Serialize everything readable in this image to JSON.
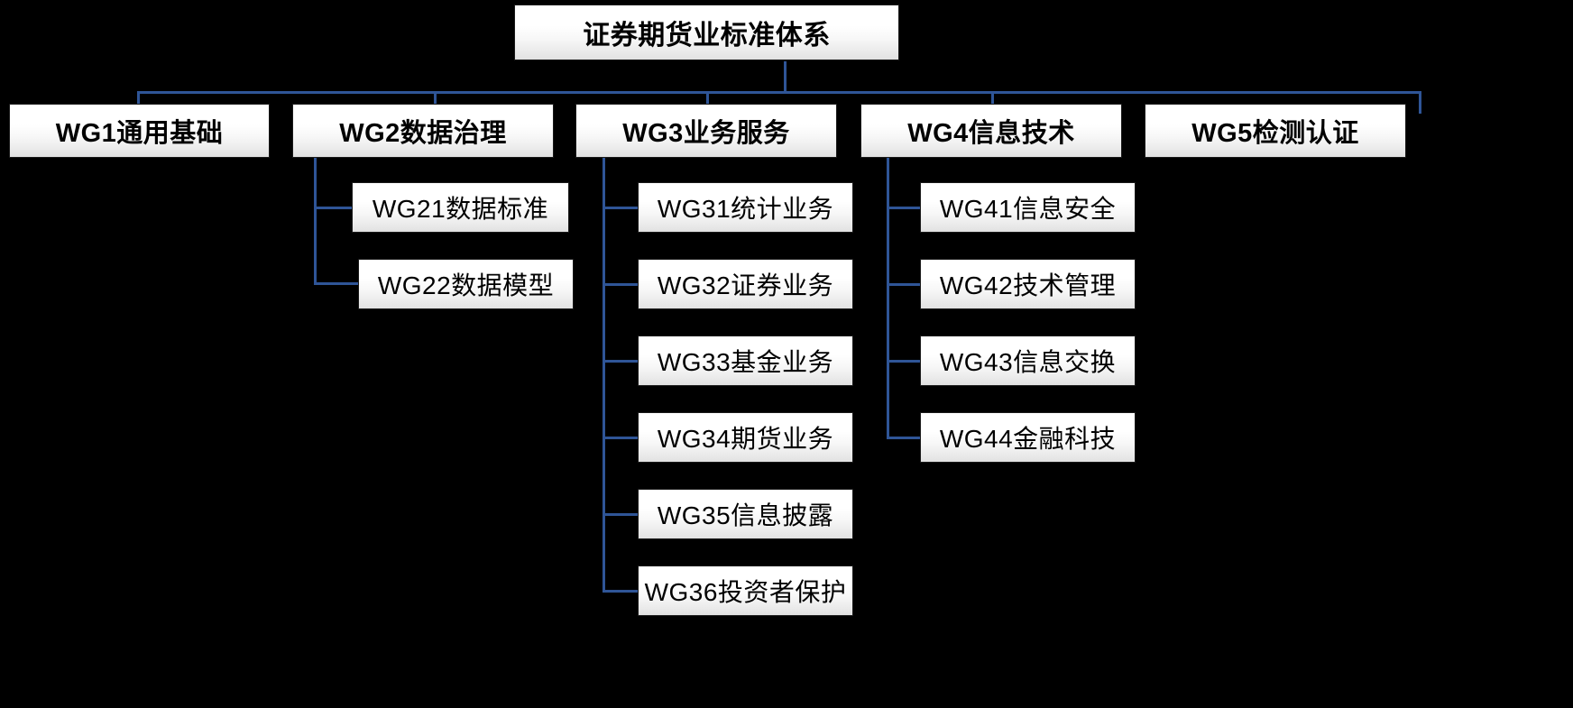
{
  "diagram": {
    "title": "证券期货业标准体系",
    "type": "organizational-tree",
    "connector_color": "#2f5597",
    "node_fill": "#ffffff",
    "node_border": "#1a1a1a",
    "background": "#000000",
    "root": {
      "id": "root",
      "label": "证券期货业标准体系"
    },
    "level2": [
      {
        "id": "wg1",
        "label": "WG1通用基础"
      },
      {
        "id": "wg2",
        "label": "WG2数据治理"
      },
      {
        "id": "wg3",
        "label": "WG3业务服务"
      },
      {
        "id": "wg4",
        "label": "WG4信息技术"
      },
      {
        "id": "wg5",
        "label": "WG5检测认证"
      }
    ],
    "wg2_children": [
      {
        "id": "wg21",
        "label": "WG21数据标准"
      },
      {
        "id": "wg22",
        "label": "WG22数据模型"
      }
    ],
    "wg3_children": [
      {
        "id": "wg31",
        "label": "WG31统计业务"
      },
      {
        "id": "wg32",
        "label": "WG32证券业务"
      },
      {
        "id": "wg33",
        "label": "WG33基金业务"
      },
      {
        "id": "wg34",
        "label": "WG34期货业务"
      },
      {
        "id": "wg35",
        "label": "WG35信息披露"
      },
      {
        "id": "wg36",
        "label": "WG36投资者保护"
      }
    ],
    "wg4_children": [
      {
        "id": "wg41",
        "label": "WG41信息安全"
      },
      {
        "id": "wg42",
        "label": "WG42技术管理"
      },
      {
        "id": "wg43",
        "label": "WG43信息交换"
      },
      {
        "id": "wg44",
        "label": "WG44金融科技"
      }
    ]
  }
}
